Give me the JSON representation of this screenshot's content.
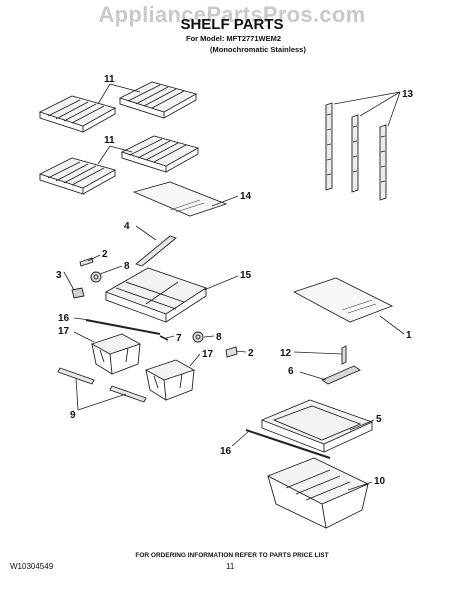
{
  "watermark": "AppliancePartsPros.com",
  "header": {
    "title": "SHELF PARTS",
    "model_line": "For Model: MFT2771WEM2",
    "variant_line": "(Monochromatic Stainless)"
  },
  "callouts": {
    "c11a": "11",
    "c11b": "11",
    "c13": "13",
    "c14": "14",
    "c4": "4",
    "c2a": "2",
    "c8a": "8",
    "c3": "3",
    "c15": "15",
    "c16a": "16",
    "c17a": "17",
    "c7": "7",
    "c8b": "8",
    "c17b": "17",
    "c2b": "2",
    "c9": "9",
    "c1": "1",
    "c12": "12",
    "c6": "6",
    "c5": "5",
    "c16b": "16",
    "c10": "10"
  },
  "footer": {
    "note": "FOR ORDERING INFORMATION REFER TO PARTS PRICE LIST",
    "doc_id": "W10304549",
    "page_number": "11"
  }
}
